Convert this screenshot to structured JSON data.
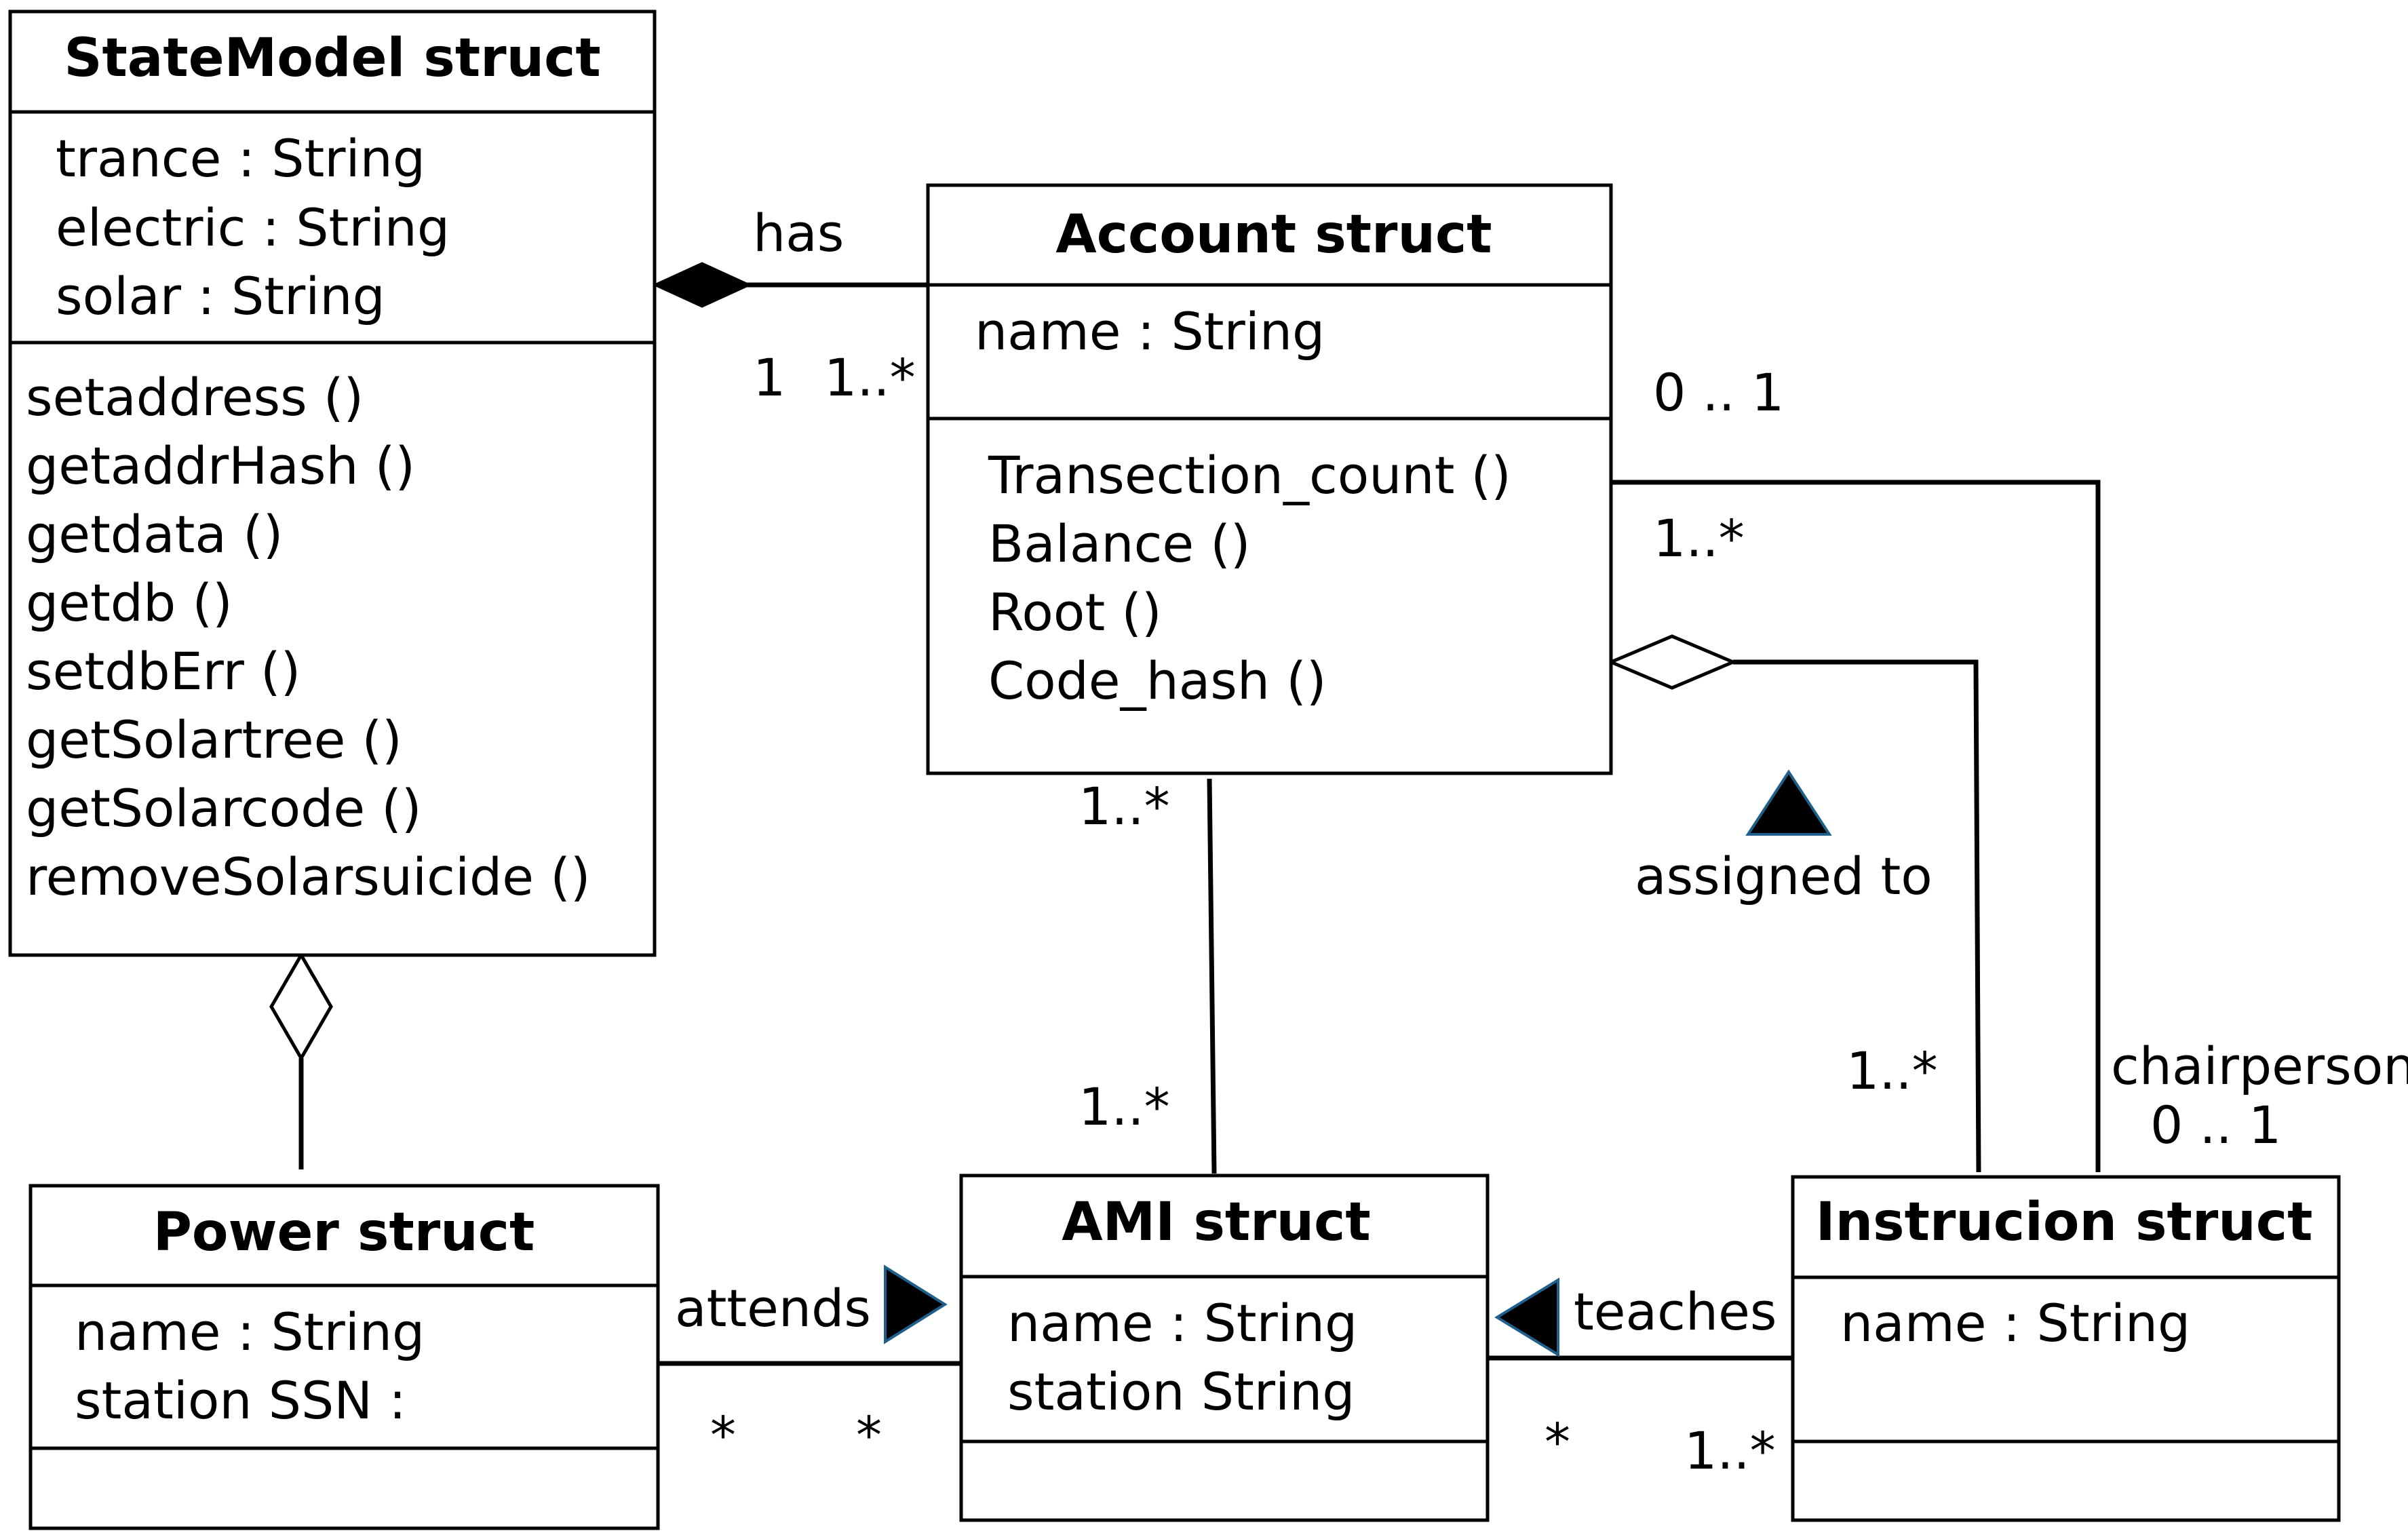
{
  "classes": {
    "statemodel": {
      "title": "StateModel struct",
      "attributes": [
        "trance : String",
        "electric : String",
        "solar : String"
      ],
      "methods": [
        "setaddress ()",
        "getaddrHash ()",
        "getdata ()",
        "getdb ()",
        "setdbErr ()",
        "getSolartree ()",
        "getSolarcode ()",
        "removeSolarsuicide ()"
      ]
    },
    "account": {
      "title": "Account struct",
      "attributes": [
        "name : String"
      ],
      "methods": [
        "Transection_count ()",
        "Balance ()",
        "Root ()",
        "Code_hash ()"
      ]
    },
    "power": {
      "title": "Power struct",
      "attributes": [
        "name : String",
        "station SSN :"
      ]
    },
    "ami": {
      "title": "AMI struct",
      "attributes": [
        "name : String",
        "station String"
      ]
    },
    "instruction": {
      "title": "Instrucion struct",
      "attributes": [
        "name : String"
      ]
    }
  },
  "associations": {
    "has": {
      "label": "has",
      "mult_a": "1",
      "mult_b": "1..*"
    },
    "account_ami": {
      "mult_a": "1..*",
      "mult_b": "1..*"
    },
    "chair": {
      "label": "chairperson",
      "mult_a": "0 .. 1",
      "mult_b": "0 .. 1"
    },
    "assigned": {
      "label": "assigned to",
      "mult_a": "1..*",
      "mult_b": "1..*"
    },
    "attends": {
      "label": "attends",
      "mult_a": "*",
      "mult_b": "*"
    },
    "teaches": {
      "label": "teaches",
      "mult_a": "*",
      "mult_b": "1..*"
    }
  }
}
